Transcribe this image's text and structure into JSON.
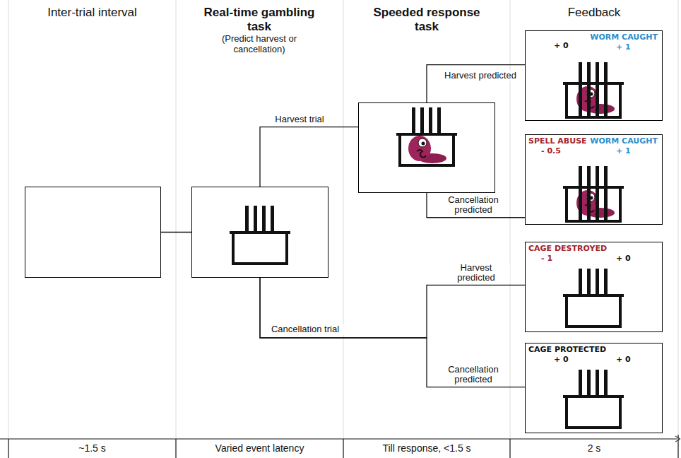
{
  "diagram": {
    "nodes": [
      {
        "text": []
      },
      {
        "text": []
      },
      {
        "text": []
      },
      {
        "text": [
          "+ 0",
          "WORM CAUGHT",
          "+ 1"
        ]
      },
      {
        "text": [
          "SPELL ABUSE",
          "WORM CAUGHT",
          "- 0.5",
          "+ 1"
        ]
      },
      {
        "text": [
          "CAGE DESTROYED",
          "- 1",
          "+ 0"
        ]
      },
      {
        "text": [
          "CAGE PROTECTED",
          "+ 0",
          "+ 0"
        ]
      }
    ],
    "edges": [
      {
        "from": 0,
        "to": 1,
        "arrow": "none"
      },
      {
        "from": 1,
        "to": 2,
        "label": "Harvest trial",
        "arrow": "none"
      },
      {
        "from": 2,
        "to": 3,
        "label": "Harvest predicted",
        "arrow": "none"
      },
      {
        "from": 2,
        "to": 4,
        "label": "Cancellation predicted",
        "arrow": "none"
      },
      {
        "from": 1,
        "to": 5,
        "label": "Harvest predicted",
        "arrow": "none"
      },
      {
        "from": 1,
        "to": 6,
        "label": "Cancellation predicted",
        "arrow": "none"
      }
    ],
    "labels": [
      "Inter-trial interval",
      "Real-time gambling task",
      "(Predict harvest or cancellation)",
      "Speeded response task",
      "Feedback",
      "Cancellation trial",
      "~1.5 s",
      "Varied event latency",
      "Till response, <1.5 s",
      "2 s"
    ]
  }
}
